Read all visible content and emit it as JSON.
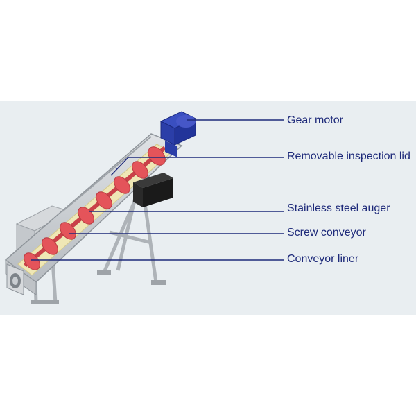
{
  "figure": {
    "callouts": [
      {
        "label": "Gear motor"
      },
      {
        "label": "Removable inspection lid"
      },
      {
        "label": "Stainless steel auger"
      },
      {
        "label": "Screw conveyor"
      },
      {
        "label": "Conveyor liner"
      }
    ],
    "colors": {
      "background": "#e9eef1",
      "trough": "#c9cdd1",
      "liner": "#efe7b5",
      "auger": "#e4545a",
      "motor": "#2b3ea8",
      "callout_line": "#1e2a7a",
      "control_box": "#1a1a1a"
    }
  }
}
